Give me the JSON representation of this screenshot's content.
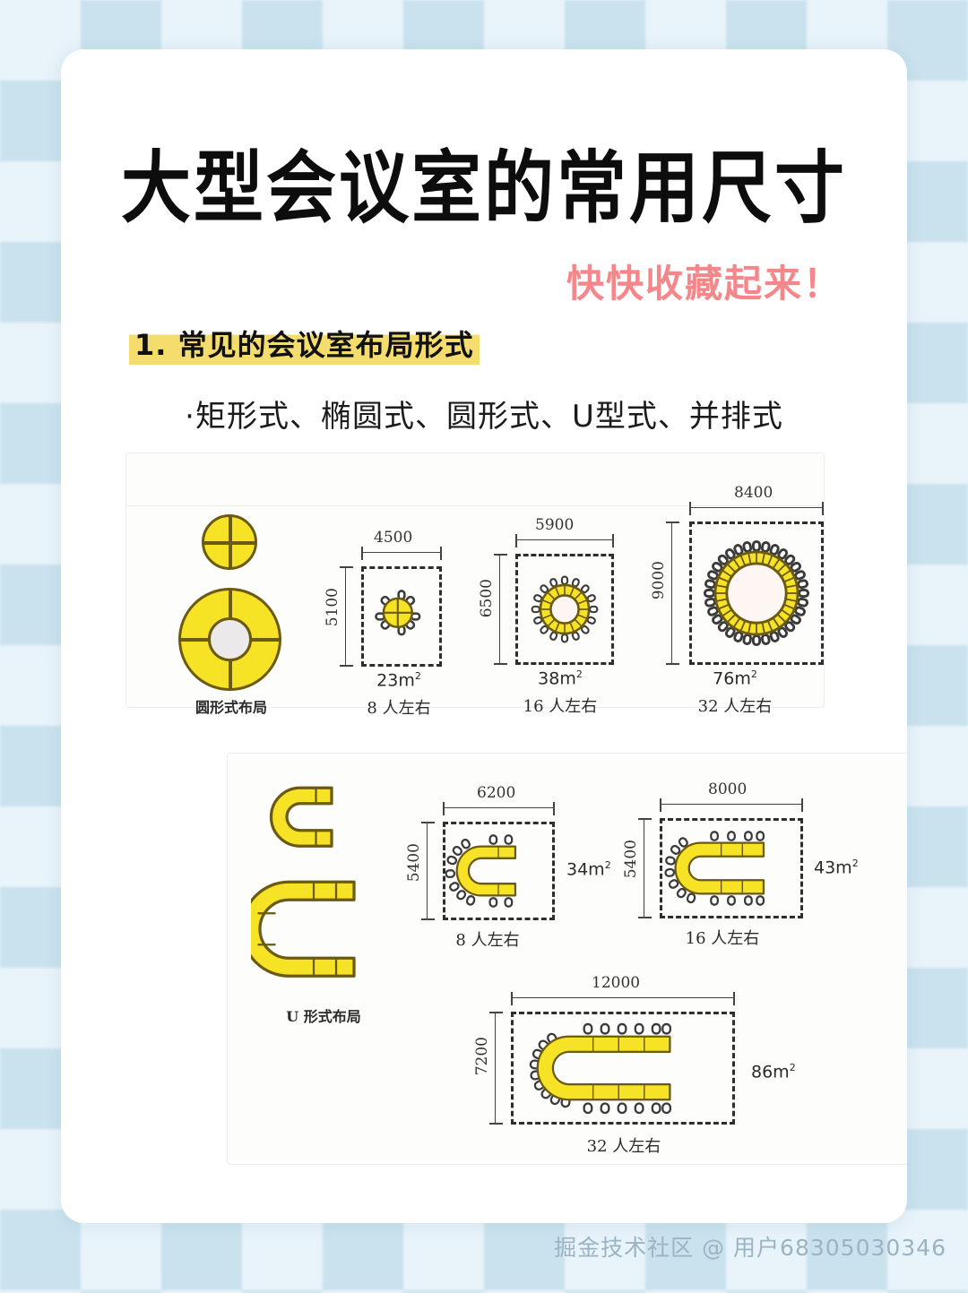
{
  "background": {
    "base_color": "#e8f3fa",
    "diamond_color": "#b0d4e4"
  },
  "card": {
    "bg_color": "#ffffff"
  },
  "header": {
    "title": "大型会议室的常用尺寸",
    "subtitle": "快快收藏起来！",
    "subtitle_color": "#f6868a"
  },
  "section": {
    "heading": "1. 常见的会议室布局形式",
    "heading_highlight_color": "#f4dd6d",
    "bullet": "·矩形式、椭圆式、圆形式、U型式、并排式"
  },
  "palette": {
    "table_yellow": "#f7e325",
    "table_outline": "#6b5a11",
    "chair_outline": "#3a3a3a",
    "dimension_line": "#444444",
    "room_dash": "#2e2e2e"
  },
  "circle_section": {
    "legend_label": "圆形式布局",
    "figures": [
      {
        "width_mm": "4500",
        "height_mm": "5100",
        "area": "23m",
        "area_sup": "2",
        "capacity": "8 人左右",
        "table_style": "solid-disc",
        "chairs": 8
      },
      {
        "width_mm": "5900",
        "height_mm": "6500",
        "area": "38m",
        "area_sup": "2",
        "capacity": "16 人左右",
        "table_style": "ring",
        "chairs": 16
      },
      {
        "width_mm": "8400",
        "height_mm": "9000",
        "area": "76m",
        "area_sup": "2",
        "capacity": "32 人左右",
        "table_style": "ring",
        "chairs": 32
      }
    ]
  },
  "u_section": {
    "legend_label": "U 形式布局",
    "figures": [
      {
        "width_mm": "6200",
        "height_mm": "5400",
        "area": "34m",
        "area_sup": "2",
        "capacity": "8 人左右",
        "chairs": 8
      },
      {
        "width_mm": "8000",
        "height_mm": "5400",
        "area": "43m",
        "area_sup": "2",
        "capacity": "16 人左右",
        "chairs": 16
      },
      {
        "width_mm": "12000",
        "height_mm": "7200",
        "area": "86m",
        "area_sup": "2",
        "capacity": "32 人左右",
        "chairs": 32
      }
    ]
  },
  "footer": {
    "watermark": "掘金技术社区 @ 用户68305030346"
  }
}
